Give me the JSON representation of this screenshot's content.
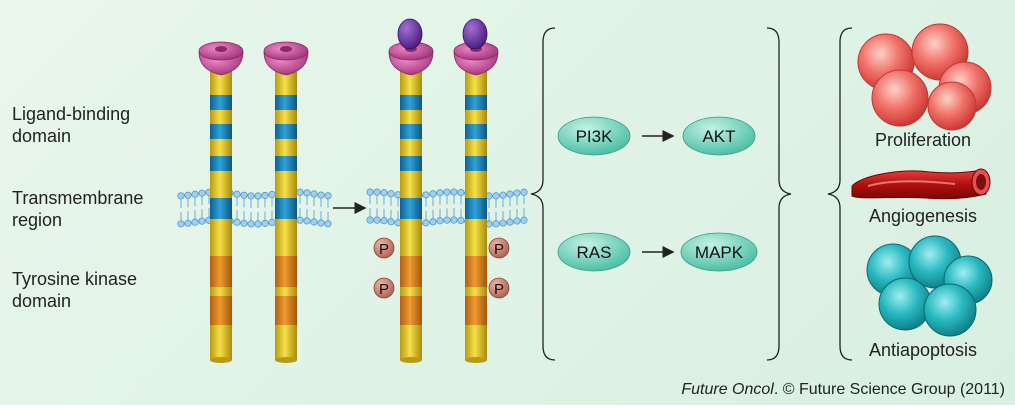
{
  "labels": {
    "ligand_binding": [
      "Ligand-binding",
      "domain"
    ],
    "transmembrane": [
      "Transmembrane",
      "region"
    ],
    "tyrosine_kinase": [
      "Tyrosine kinase",
      "domain"
    ]
  },
  "phospho_label": "P",
  "pathways": {
    "top": {
      "from": "PI3K",
      "to": "AKT"
    },
    "bottom": {
      "from": "RAS",
      "to": "MAPK"
    }
  },
  "outcomes": {
    "proliferation": "Proliferation",
    "angiogenesis": "Angiogenesis",
    "antiapoptosis": "Antiapoptosis"
  },
  "credit": {
    "journal": "Future Oncol",
    "rest": ". © Future Science Group (2011)"
  },
  "colors": {
    "background": "#dff2e6",
    "receptor_yellow": "#e8cd22",
    "stripe_blue": "#1e88c0",
    "stripe_orange": "#e08a1c",
    "cap_magenta": "#c8479a",
    "ligand_purple": "#6a2fa0",
    "phospho_fill": "#c77a6a",
    "node_teal": "#6fd0b8",
    "cell_red": "#e85a55",
    "cell_teal": "#1aa8b0",
    "vessel_red": "#c01a1a"
  }
}
